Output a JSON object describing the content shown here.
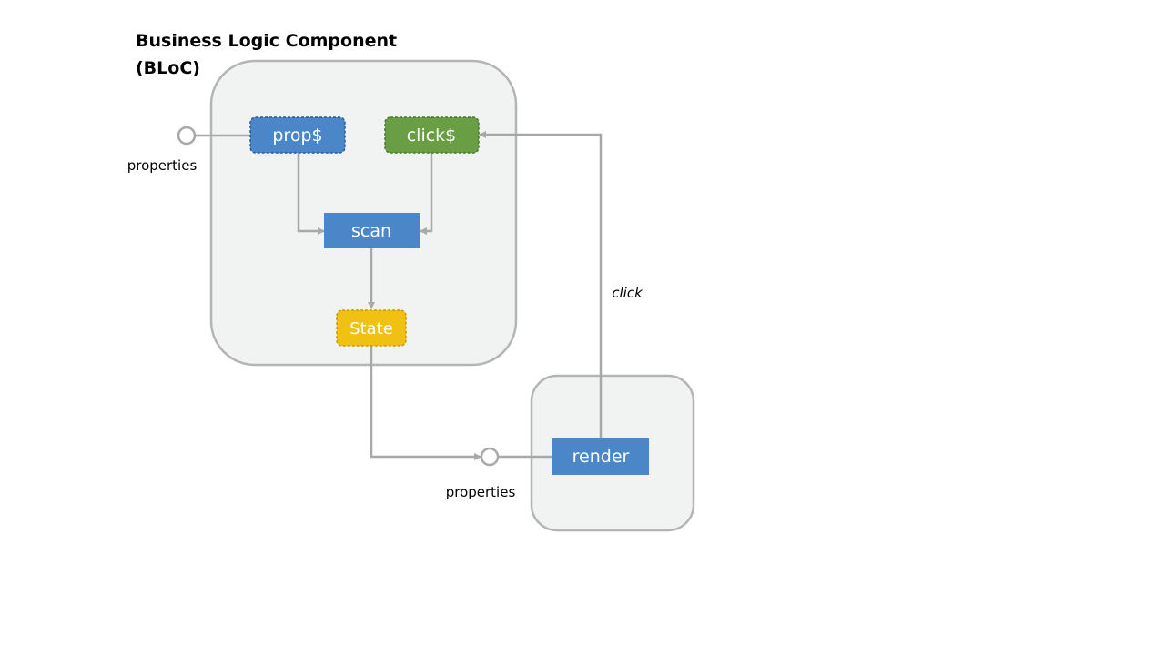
{
  "title": {
    "line1": "Business Logic Component",
    "line2": "(BLoC)"
  },
  "nodes": {
    "prop": {
      "label": "prop$",
      "color": "#4a86c8"
    },
    "click": {
      "label": "click$",
      "color": "#6a9e45"
    },
    "scan": {
      "label": "scan",
      "color": "#4a86c8"
    },
    "state": {
      "label": "State",
      "color": "#f0c012"
    },
    "render": {
      "label": "render",
      "color": "#4a86c8"
    }
  },
  "ports": {
    "bloc_input": {
      "label": "properties"
    },
    "view_input": {
      "label": "properties"
    }
  },
  "edges": {
    "click_feedback": {
      "label": "click"
    }
  },
  "colors": {
    "container_fill": "#f1f2f2",
    "container_stroke": "#b4b4b4",
    "connector": "#a8a8a8",
    "node_text": "#ffffff"
  }
}
